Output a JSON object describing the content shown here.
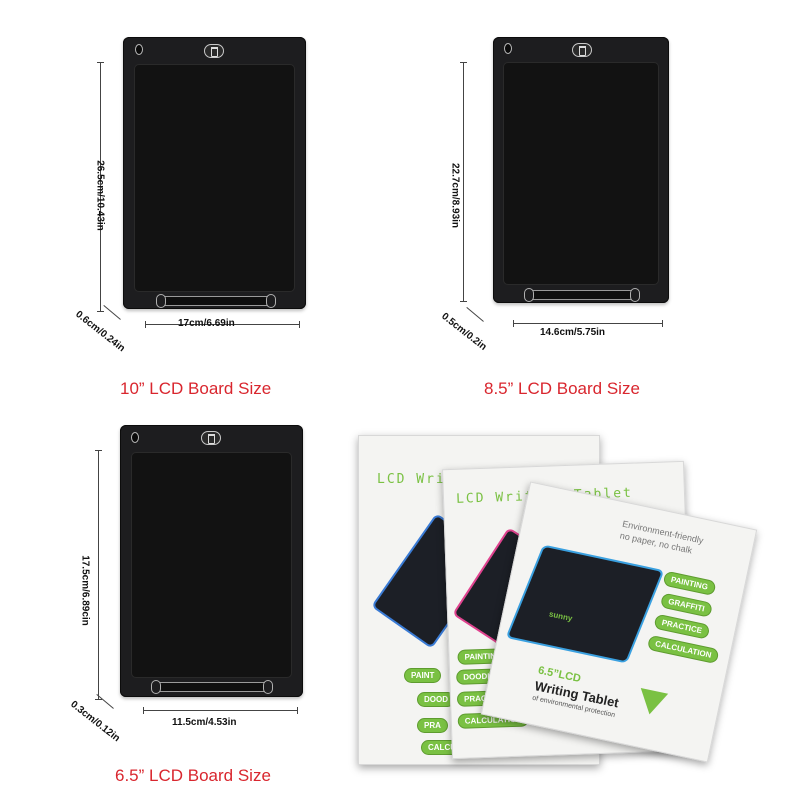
{
  "colors": {
    "caption": "#d9262e",
    "dimension_text": "#111111",
    "device": "#1d1d1f",
    "package_accent": "#7ac143"
  },
  "board_10": {
    "caption": "10” LCD Board Size",
    "height_label": "26.5cm/10.43in",
    "width_label": "17cm/6.69in",
    "thickness_label": "0.6cm/0.24in"
  },
  "board_85": {
    "caption": "8.5” LCD Board Size",
    "height_label": "22.7cm/8.93in",
    "width_label": "14.6cm/5.75in",
    "thickness_label": "0.5cm/0.2in"
  },
  "board_65": {
    "caption": "6.5” LCD Board Size",
    "height_label": "17.5cm/6.89cin",
    "width_label": "11.5cm/4.53in",
    "thickness_label": "0.3cm/0.12in"
  },
  "packaging": {
    "back_title": "LCD Writing Tablet",
    "middle_title": "LCD Writing Tablet",
    "front_tagline_1": "Environment-friendly",
    "front_tagline_2": "no paper, no chalk",
    "front_features": [
      "PAINTING",
      "GRAFFITI",
      "PRACTICE",
      "CALCULATION"
    ],
    "middle_features": [
      "PAINTING",
      "DOODLE",
      "PRACTICE",
      "CALCULATION"
    ],
    "back_features": [
      "PAINT",
      "DOOD",
      "PRA",
      "CALCULATION"
    ],
    "front_size": "6.5”LCD",
    "front_product": "Writing Tablet",
    "front_subtitle": "of environmental protection",
    "front_brand": "sunny"
  }
}
